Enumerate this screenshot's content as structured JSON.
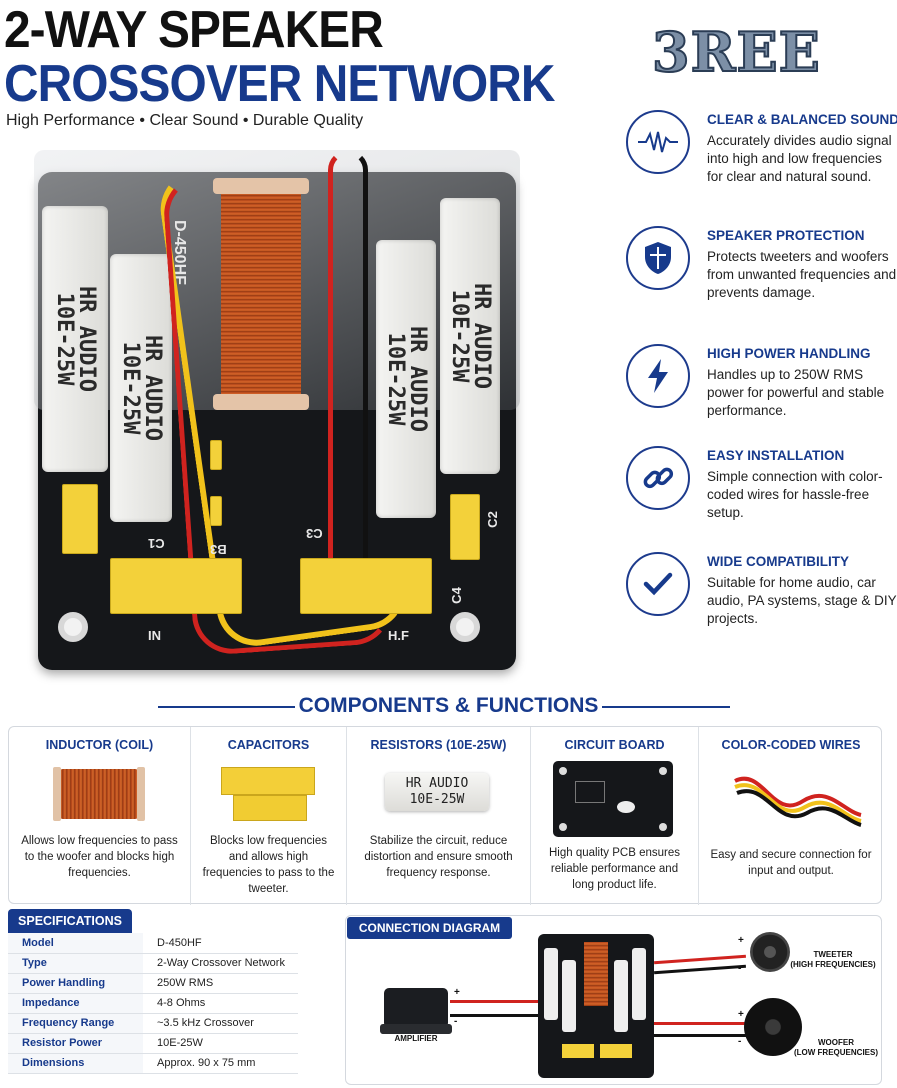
{
  "header": {
    "title_line1": "2-WAY SPEAKER",
    "title_line2": "CROSSOVER NETWORK",
    "tagline": "High Performance • Clear Sound • Durable Quality",
    "brand": "3REE"
  },
  "board": {
    "model_print": "D-450HF",
    "resistor_line1": "HR",
    "resistor_line2": "AUDIO",
    "resistor_line3": "10E-25W",
    "labels": {
      "in": "IN",
      "hf": "H.F",
      "c1": "C1",
      "c2": "C2",
      "c4": "C4",
      "b3": "B3",
      "c3": "C3"
    }
  },
  "features": [
    {
      "icon": "waveform-icon",
      "title": "CLEAR & BALANCED SOUND",
      "desc": "Accurately divides audio signal into high and low frequencies for clear and natural sound."
    },
    {
      "icon": "shield-icon",
      "title": "SPEAKER PROTECTION",
      "desc": "Protects tweeters and woofers from unwanted frequencies and prevents damage."
    },
    {
      "icon": "lightning-icon",
      "title": "HIGH POWER HANDLING",
      "desc": "Handles up to 250W RMS power for powerful and stable performance."
    },
    {
      "icon": "chain-link-icon",
      "title": "EASY INSTALLATION",
      "desc": "Simple connection with color-coded wires for hassle-free setup."
    },
    {
      "icon": "checkmark-icon",
      "title": "WIDE COMPATIBILITY",
      "desc": "Suitable for home audio, car audio, PA systems, stage & DIY projects."
    }
  ],
  "components": {
    "heading": "COMPONENTS & FUNCTIONS",
    "items": [
      {
        "title": "INDUCTOR (COIL)",
        "desc": "Allows low frequencies to pass to the woofer and blocks high frequencies."
      },
      {
        "title": "CAPACITORS",
        "desc": "Blocks low frequencies and allows high frequencies to pass to the tweeter."
      },
      {
        "title": "RESISTORS (10E-25W)",
        "desc": "Stabilize the circuit, reduce distortion and ensure smooth frequency response.",
        "print_line1": "HR AUDIO",
        "print_line2": "10E-25W"
      },
      {
        "title": "CIRCUIT BOARD",
        "desc": "High quality PCB ensures reliable performance and long product life."
      },
      {
        "title": "COLOR-CODED WIRES",
        "desc": "Easy and secure connection for input and output."
      }
    ]
  },
  "specs": {
    "heading": "SPECIFICATIONS",
    "rows": [
      {
        "key": "Model",
        "value": "D-450HF"
      },
      {
        "key": "Type",
        "value": "2-Way Crossover Network"
      },
      {
        "key": "Power Handling",
        "value": "250W RMS"
      },
      {
        "key": "Impedance",
        "value": "4-8 Ohms"
      },
      {
        "key": "Frequency Range",
        "value": "~3.5 kHz Crossover"
      },
      {
        "key": "Resistor Power",
        "value": "10E-25W"
      },
      {
        "key": "Dimensions",
        "value": "Approx. 90 x 75 mm"
      }
    ]
  },
  "connection": {
    "heading": "CONNECTION DIAGRAM",
    "amplifier": "AMPLIFIER",
    "tweeter": "TWEETER",
    "tweeter_sub": "(HIGH FREQUENCIES)",
    "woofer": "WOOFER",
    "woofer_sub": "(LOW FREQUENCIES)",
    "plus": "+",
    "minus": "-"
  },
  "colors": {
    "brand_blue": "#173a8c",
    "wire_red": "#d0231f",
    "wire_yellow": "#f1c21b",
    "wire_black": "#111111"
  }
}
